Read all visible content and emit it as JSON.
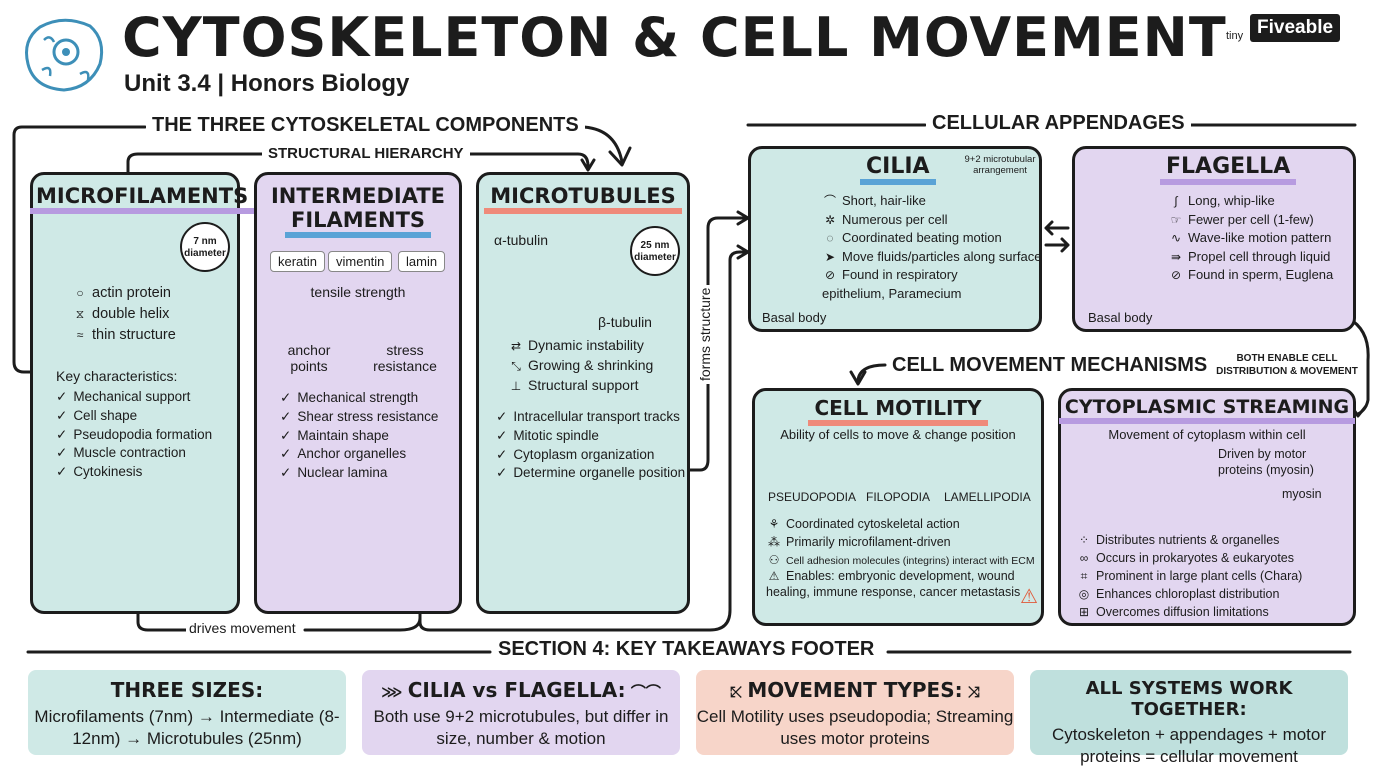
{
  "header": {
    "title": "CYTOSKELETON & CELL MOVEMENT",
    "subtitle": "Unit 3.4 | Honors Biology",
    "logo_alt": "tiny",
    "logo_text": "Fiveable"
  },
  "sections": {
    "components": "THE THREE CYTOSKELETAL COMPONENTS",
    "hierarchy": "STRUCTURAL HIERARCHY",
    "appendages": "CELLULAR APPENDAGES",
    "mechanisms": "CELL MOVEMENT MECHANISMS",
    "both_enable": "BOTH ENABLE CELL DISTRIBUTION & MOVEMENT",
    "footer": "SECTION 4: KEY TAKEAWAYS FOOTER",
    "drives_movement": "drives movement",
    "forms_structure": "forms structure"
  },
  "microfilaments": {
    "title": "MICROFILAMENTS",
    "badge": "7 nm diameter",
    "features": [
      "actin protein",
      "double helix",
      "thin structure"
    ],
    "key_label": "Key characteristics:",
    "characteristics": [
      "Mechanical support",
      "Cell shape",
      "Pseudopodia formation",
      "Muscle contraction",
      "Cytokinesis"
    ]
  },
  "intermediate": {
    "title_line1": "INTERMEDIATE",
    "title_line2": "FILAMENTS",
    "tags": [
      "keratin",
      "vimentin",
      "lamin"
    ],
    "tensile": "tensile strength",
    "anchor": "anchor points",
    "stress": "stress resistance",
    "characteristics": [
      "Mechanical strength",
      "Shear stress resistance",
      "Maintain shape",
      "Anchor organelles",
      "Nuclear lamina"
    ]
  },
  "microtubules": {
    "title": "MICROTUBULES",
    "badge": "25 nm diameter",
    "alpha": "α-tubulin",
    "beta": "β-tubulin",
    "features": [
      "Dynamic instability",
      "Growing & shrinking",
      "Structural support"
    ],
    "characteristics": [
      "Intracellular transport tracks",
      "Mitotic spindle",
      "Cytoplasm organization",
      "Determine organelle position"
    ]
  },
  "cilia": {
    "title": "CILIA",
    "arrangement": "9+2 microtubular arrangement",
    "features": [
      "Short, hair-like",
      "Numerous per cell",
      "Coordinated beating motion",
      "Move fluids/particles along surface",
      "Found in respiratory epithelium, Paramecium"
    ],
    "basal": "Basal body"
  },
  "flagella": {
    "title": "FLAGELLA",
    "features": [
      "Long, whip-like",
      "Fewer per cell (1-few)",
      "Wave-like motion pattern",
      "Propel cell through liquid",
      "Found in sperm, Euglena"
    ],
    "basal": "Basal body"
  },
  "motility": {
    "title": "CELL MOTILITY",
    "desc": "Ability of cells to move & change position",
    "types": [
      "PSEUDOPODIA",
      "FILOPODIA",
      "LAMELLIPODIA"
    ],
    "features": [
      "Coordinated cytoskeletal action",
      "Primarily microfilament-driven",
      "Cell adhesion molecules (integrins) interact with ECM"
    ],
    "enables": "Enables: embryonic development, wound healing, immune response, cancer metastasis"
  },
  "streaming": {
    "title": "CYTOPLASMIC STREAMING",
    "desc": "Movement of cytoplasm within cell",
    "driven": "Driven by motor proteins (myosin)",
    "myosin": "myosin",
    "features": [
      "Distributes nutrients & organelles",
      "Occurs in prokaryotes & eukaryotes",
      "Prominent in large plant cells (Chara)",
      "Enhances chloroplast distribution",
      "Overcomes diffusion limitations"
    ]
  },
  "footer": [
    {
      "title": "THREE SIZES:",
      "text": "Microfilaments (7nm) → Intermediate (8-12nm) → Microtubules (25nm)"
    },
    {
      "title": "CILIA vs FLAGELLA:",
      "text": "Both use 9+2 microtubules, but differ in size, number & motion"
    },
    {
      "title": "MOVEMENT TYPES:",
      "text": "Cell Motility uses pseudopodia; Streaming uses motor proteins"
    },
    {
      "title": "ALL SYSTEMS WORK TOGETHER:",
      "text": "Cytoskeleton + appendages + motor proteins = cellular movement"
    }
  ],
  "colors": {
    "teal": "#cfe9e6",
    "lavender": "#e2d6f0",
    "peach": "#f7d5c9",
    "accent_blue": "#3d8fb8"
  }
}
